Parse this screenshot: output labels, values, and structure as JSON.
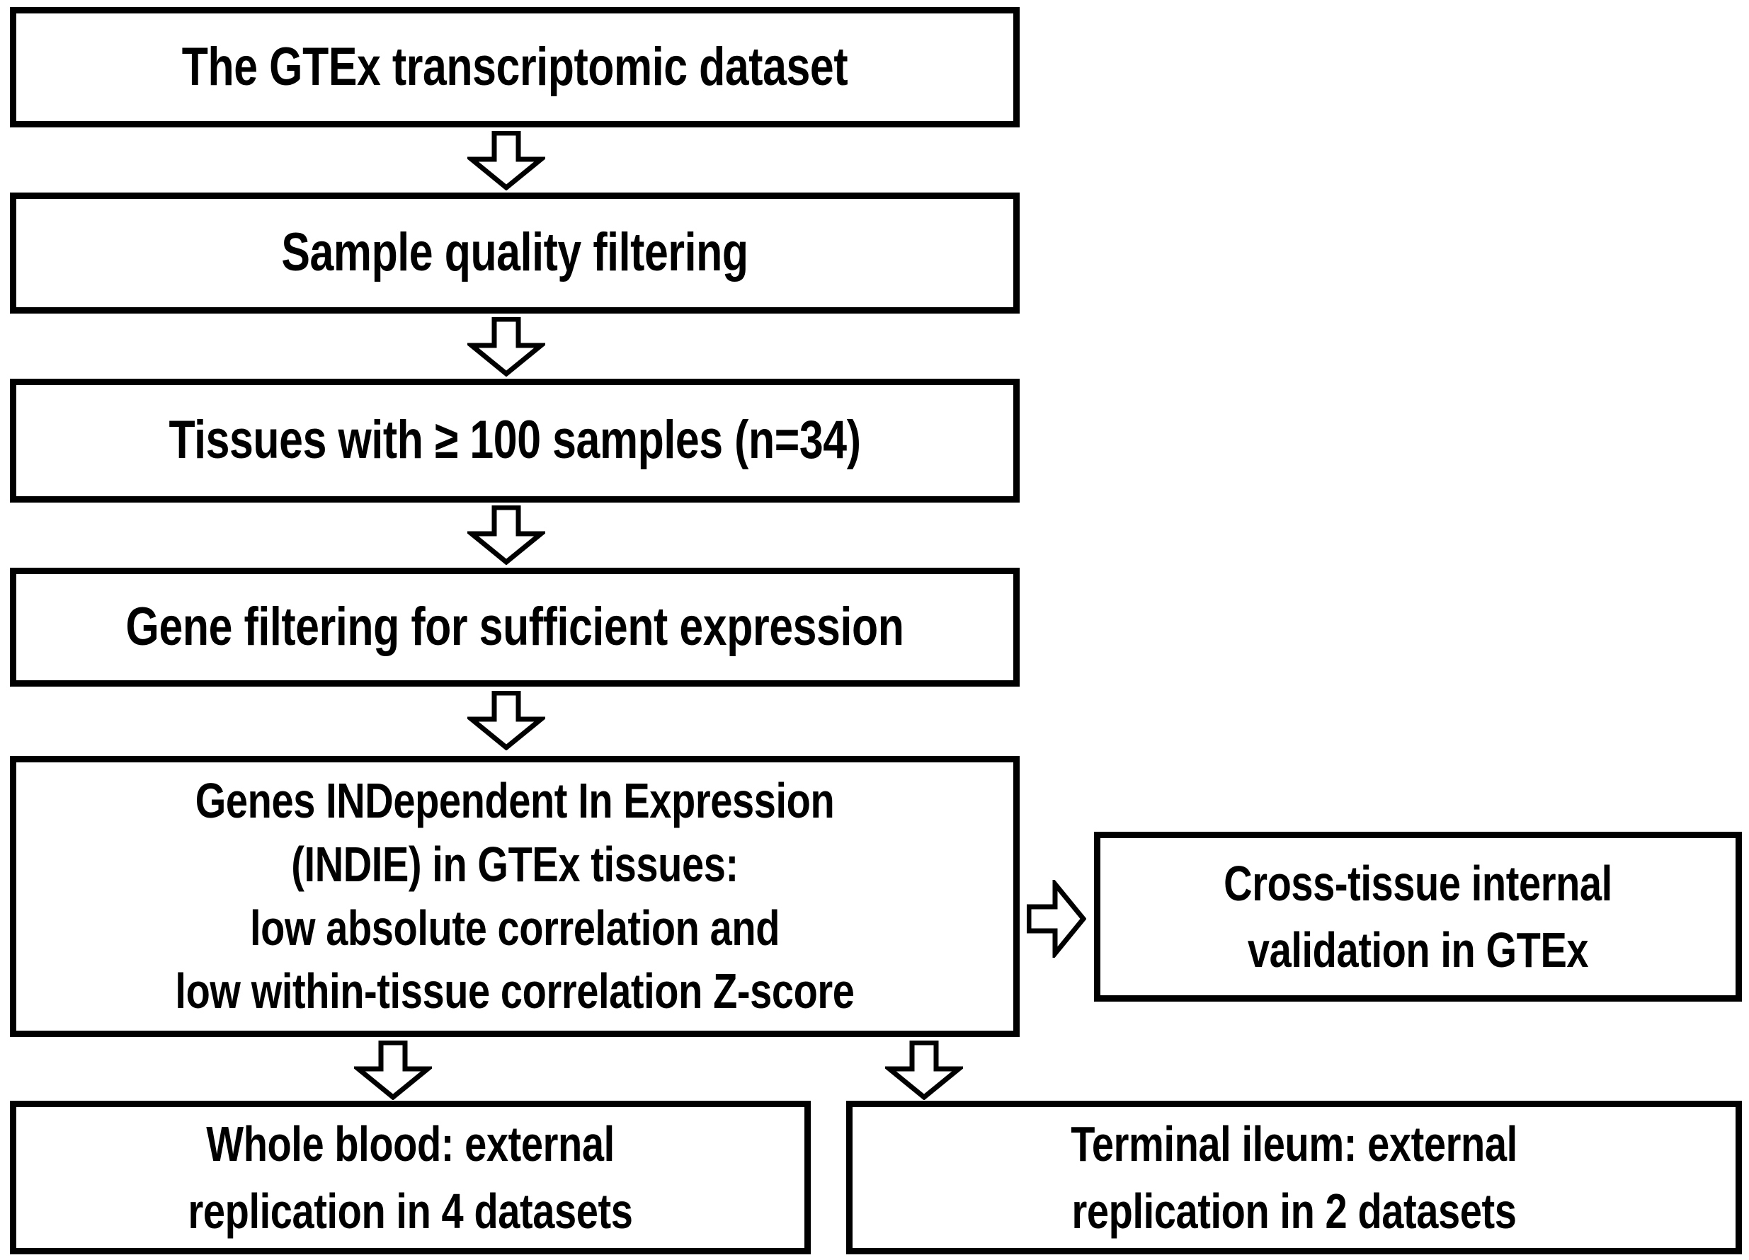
{
  "diagram": {
    "title": "INDIE study design flowchart",
    "stroke_color": "#000000",
    "fill_color": "#ffffff",
    "boxes": {
      "dataset": "The GTEx transcriptomic dataset",
      "quality": "Sample quality filtering",
      "tissues": "Tissues with ≥ 100 samples (n=34)",
      "gene_filter": "Gene filtering for sufficient expression",
      "indie": "Genes INDependent In Expression\n(INDIE) in GTEx tissues:\nlow absolute correlation and\nlow within-tissue correlation Z-score",
      "cross_tissue": "Cross-tissue internal\nvalidation in GTEx",
      "whole_blood": "Whole blood: external\nreplication in 4 datasets",
      "terminal_ileum": "Terminal ileum: external\nreplication in 2 datasets"
    },
    "arrows": [
      {
        "id": "dataset-to-quality",
        "direction": "down"
      },
      {
        "id": "quality-to-tissues",
        "direction": "down"
      },
      {
        "id": "tissues-to-gene-filter",
        "direction": "down"
      },
      {
        "id": "gene-filter-to-indie",
        "direction": "down"
      },
      {
        "id": "indie-to-whole-blood",
        "direction": "down"
      },
      {
        "id": "indie-to-terminal-ileum",
        "direction": "down"
      },
      {
        "id": "indie-to-cross-tissue",
        "direction": "right"
      }
    ]
  }
}
